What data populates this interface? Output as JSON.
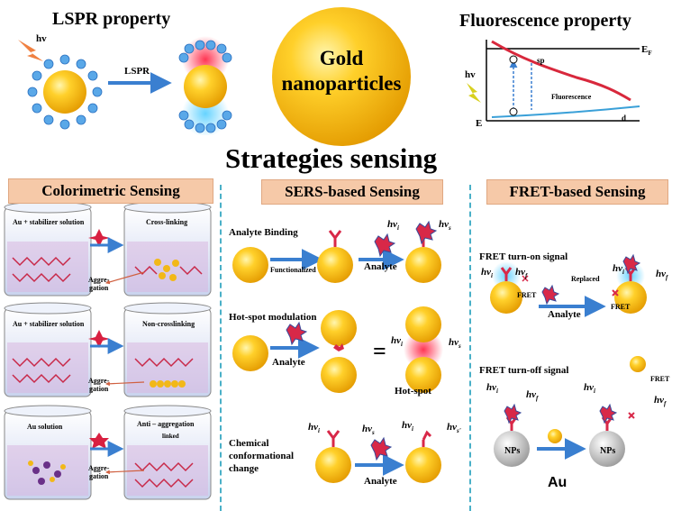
{
  "top": {
    "lspr_title": "LSPR property",
    "hv": "hv",
    "lspr_arrow": "LSPR",
    "center_title_line1": "Gold",
    "center_title_line2": "nanoparticles",
    "fluor_title": "Fluorescence property",
    "ef": "E",
    "ef_sub": "F",
    "energy": "E",
    "sp": "sp",
    "d": "d",
    "fluorescence": "Fluorescence",
    "fluor_hv": "hv"
  },
  "strategies": "Strategies sensing",
  "colorimetric": {
    "header": "Colorimetric Sensing",
    "rows": [
      {
        "left": "Au + stabilizer solution",
        "right": "Cross-linking",
        "agg": "Aggre-\ngation"
      },
      {
        "left": "Au + stabilizer solution",
        "right": "Non-crosslinking",
        "agg": "Aggre-\ngation"
      },
      {
        "left": "Au solution",
        "right": "Anti – aggregation",
        "linked": "linked",
        "agg": "Aggre-\ngation"
      }
    ]
  },
  "sers": {
    "header": "SERS-based Sensing",
    "analyte_binding": "Analyte Binding",
    "functionalized": "Functionalized",
    "analyte": "Analyte",
    "hv_i": "hv",
    "hv_s": "hv",
    "hotspot_mod": "Hot-spot modulation",
    "equals": "=",
    "hotspot": "Hot-spot",
    "chemical_line1": "Chemical",
    "chemical_line2": "conformational",
    "chemical_line3": "change"
  },
  "fret": {
    "header": "FRET-based Sensing",
    "turn_on": "FRET turn-on signal",
    "turn_off": "FRET turn-off signal",
    "fret": "FRET",
    "replaced": "Replaced",
    "analyte": "Analyte",
    "nps": "NPs",
    "au": "Au",
    "hv": "hv"
  },
  "colors": {
    "gold": "#f2b818",
    "panel_header": "#f6c9a8",
    "arrow": "#3a7fd0",
    "divider": "#4ab0c8",
    "red_curve": "#d8283c",
    "blue_curve": "#3aa0d8"
  }
}
